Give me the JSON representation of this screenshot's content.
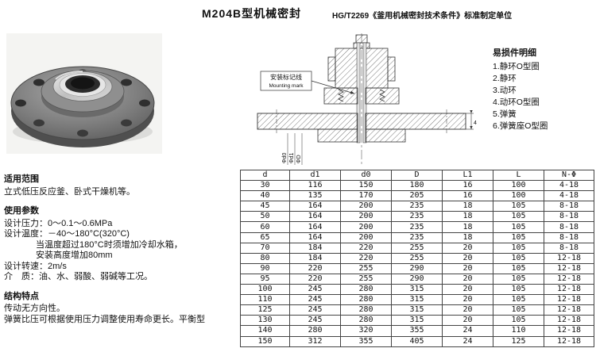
{
  "header": {
    "title": "M204B型机械密封",
    "standard": "HG/T2269《釜用机械密封技术条件》标准制定单位"
  },
  "drawing": {
    "mounting_mark_line1": "安装标记线",
    "mounting_mark_line2": "Mounting mark",
    "dim_d0": "Φd0",
    "dim_d1": "Φd1",
    "dim_D": "ΦD",
    "dim_four": "4"
  },
  "parts_list": {
    "title": "易损件明细",
    "items": [
      "1.静环O型圈",
      "2.静环",
      "3.动环",
      "4.动环O型圈",
      "5.弹簧",
      "6.弹簧座O型圈"
    ]
  },
  "left": {
    "s1": {
      "title": "适用范围",
      "lines": [
        "立式低压反应釜、卧式干燥机等。"
      ]
    },
    "s2": {
      "title": "使用参数",
      "lines": [
        "设计压力：0～0.1～0.6MPa",
        "设计温度：－40～180°C(320°C)",
        "当温度超过180°C时须增加冷却水箱，",
        "安装高度增加80mm",
        "设计转速：2m/s",
        "介　质：油、水、弱酸、弱碱等工况。"
      ]
    },
    "s3": {
      "title": "结构特点",
      "lines": [
        "传动无方向性。",
        "弹簧比压可根据使用压力调整使用寿命更长。平衡型"
      ]
    }
  },
  "table": {
    "headers": [
      "d",
      "d1",
      "d0",
      "D",
      "L1",
      "L",
      "N-Φ"
    ],
    "rows": [
      [
        "30",
        "116",
        "150",
        "180",
        "16",
        "100",
        "4-18"
      ],
      [
        "40",
        "135",
        "170",
        "205",
        "16",
        "100",
        "4-18"
      ],
      [
        "45",
        "164",
        "200",
        "235",
        "18",
        "105",
        "8-18"
      ],
      [
        "50",
        "164",
        "200",
        "235",
        "18",
        "105",
        "8-18"
      ],
      [
        "60",
        "164",
        "200",
        "235",
        "18",
        "105",
        "8-18"
      ],
      [
        "65",
        "164",
        "200",
        "235",
        "18",
        "105",
        "8-18"
      ],
      [
        "70",
        "184",
        "220",
        "255",
        "20",
        "105",
        "8-18"
      ],
      [
        "80",
        "184",
        "220",
        "255",
        "20",
        "105",
        "12-18"
      ],
      [
        "90",
        "220",
        "255",
        "290",
        "20",
        "105",
        "12-18"
      ],
      [
        "95",
        "220",
        "255",
        "290",
        "20",
        "105",
        "12-18"
      ],
      [
        "100",
        "245",
        "280",
        "315",
        "20",
        "105",
        "12-18"
      ],
      [
        "110",
        "245",
        "280",
        "315",
        "20",
        "105",
        "12-18"
      ],
      [
        "125",
        "245",
        "280",
        "315",
        "20",
        "105",
        "12-18"
      ],
      [
        "130",
        "245",
        "280",
        "315",
        "20",
        "105",
        "12-18"
      ],
      [
        "140",
        "280",
        "320",
        "355",
        "24",
        "110",
        "12-18"
      ],
      [
        "150",
        "312",
        "355",
        "405",
        "24",
        "125",
        "12-18"
      ]
    ]
  }
}
